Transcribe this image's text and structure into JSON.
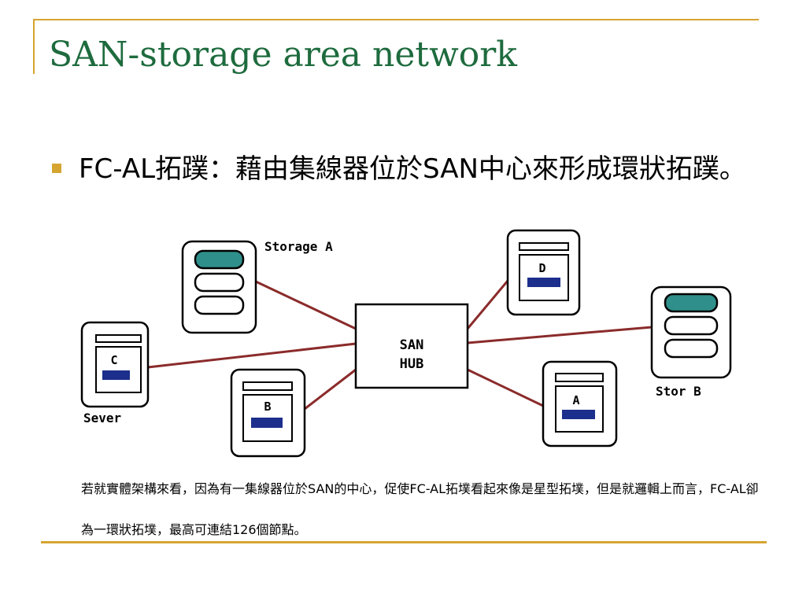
{
  "slide": {
    "title": "SAN-storage area network",
    "bullet": "FC-AL拓蹼：藉由集線器位於SAN中心來形成環狀拓蹼。",
    "caption": "若就實體架構來看，因為有一集線器位於SAN的中心，促使FC-AL拓墣看起來像是星型拓墣，但是就邏輯上而言，FC-AL卻為一環狀拓墣，最高可連結126個節點。"
  },
  "diagram": {
    "hub_line1": "SAN",
    "hub_line2": "HUB",
    "storage_a_label": "Storage A",
    "stor_b_label": "Stor B",
    "sever_label": "Sever",
    "server_c_label": "C",
    "server_b_label": "B",
    "server_d_label": "D",
    "server_a_label": "A"
  },
  "colors": {
    "accent_gold": "#d6a531",
    "title_green": "#1e6b3e",
    "link_line": "#8b2b2b",
    "disk_teal": "#2f8f8a",
    "drive_blue": "#1c2f8c"
  }
}
